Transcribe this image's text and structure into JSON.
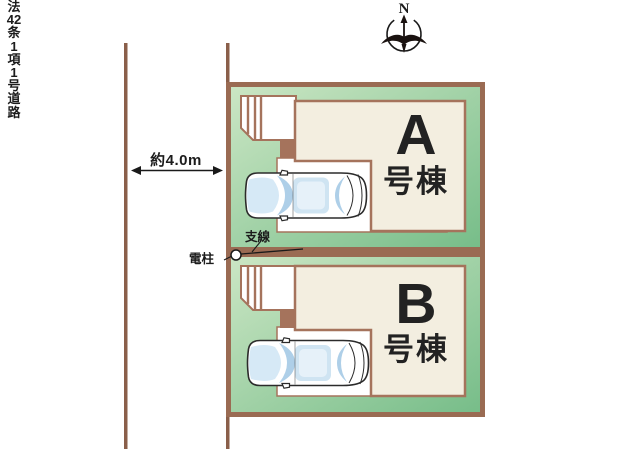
{
  "compass": {
    "north_label": "N"
  },
  "road": {
    "width_label": "約4.0m",
    "name_full": "法42条1項1号道路",
    "name_chars": [
      "法",
      "42",
      "条",
      "1",
      "項",
      "1",
      "号",
      "道",
      "路"
    ]
  },
  "annotations": {
    "guy_wire": "支線",
    "pole": "電柱"
  },
  "lots": [
    {
      "id": "A",
      "letter": "A",
      "suffix": "号棟"
    },
    {
      "id": "B",
      "letter": "B",
      "suffix": "号棟"
    }
  ],
  "colors": {
    "lot_green_light": "#cbe6c4",
    "lot_green_dark": "#77bd89",
    "lot_border_brown": "#9a6b53",
    "building_cream": "#f3eee0",
    "building_outline": "#a5735c",
    "road_line": "#8a5f4a",
    "car_glass_blue": "#aecfe8",
    "text_black": "#1c1c1c"
  }
}
